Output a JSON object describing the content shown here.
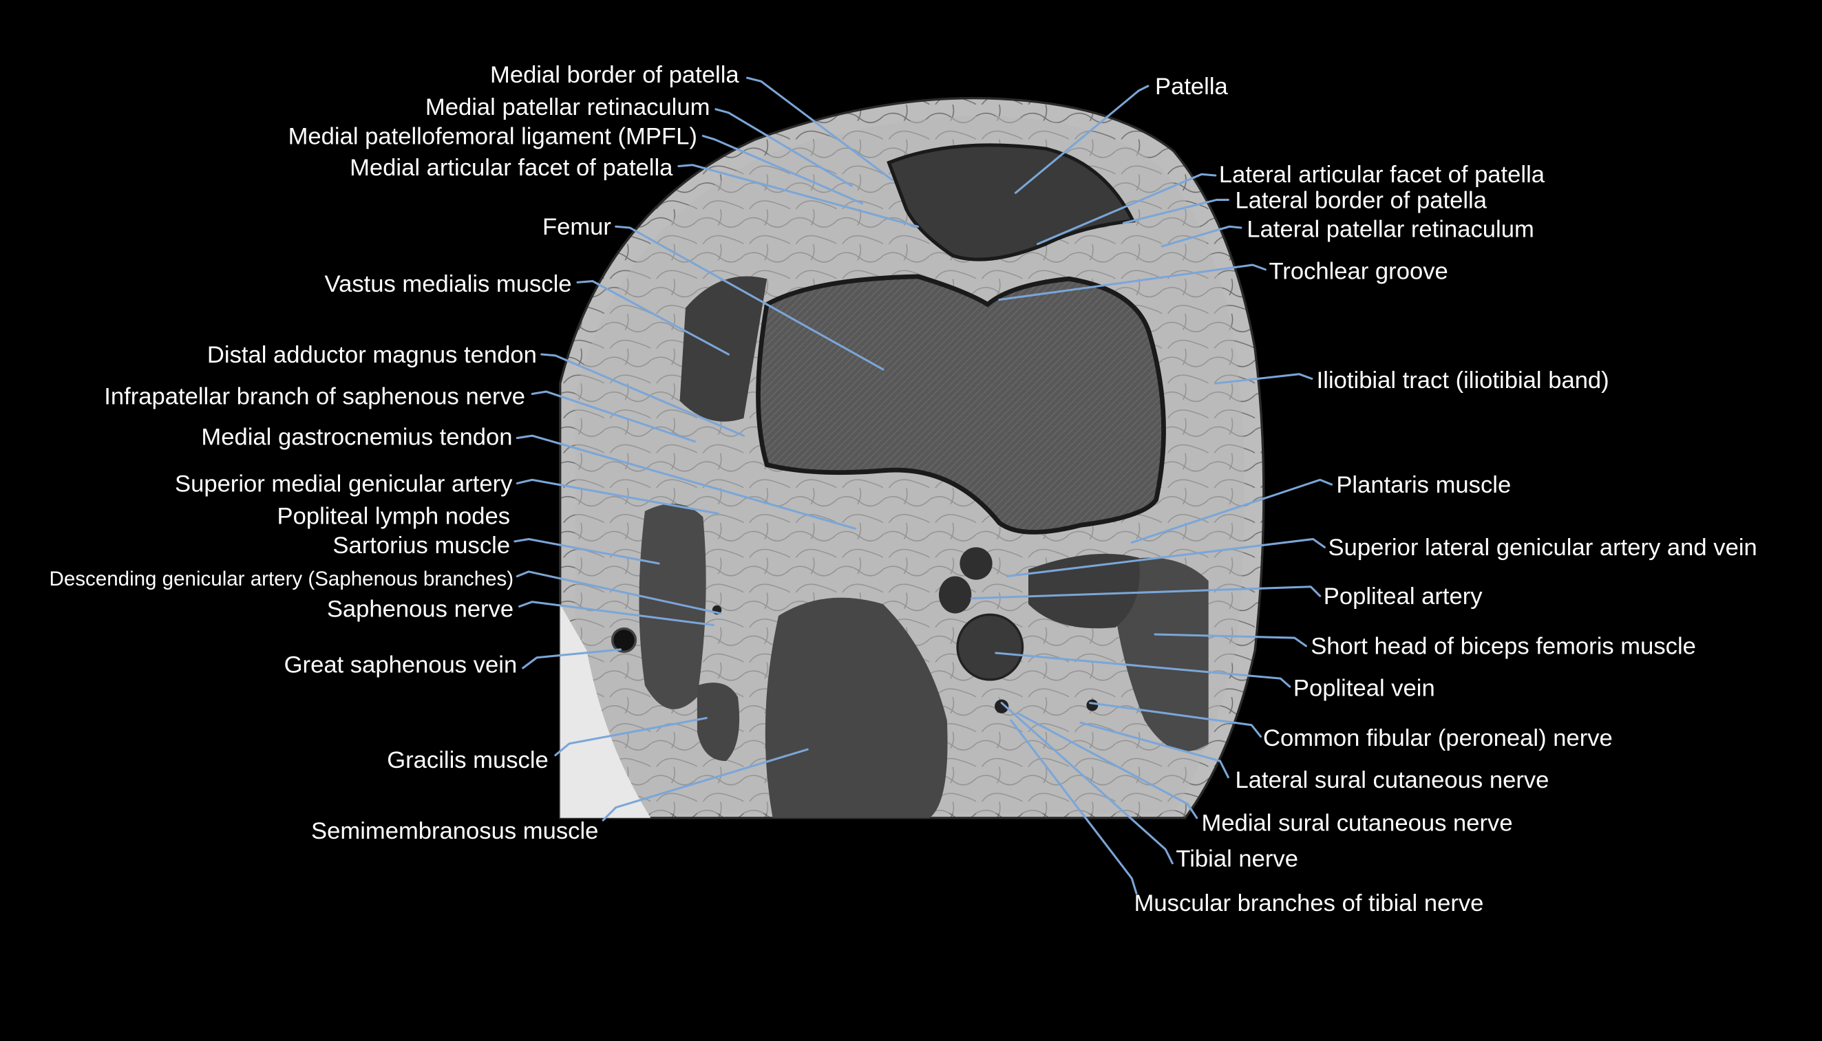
{
  "figure": {
    "title": "Axial knee MRI (T1) at level of patellofemoral joint with labeled anatomy",
    "background_color": "#000000",
    "label_color": "#ffffff",
    "leader_color": "#7ba6d8"
  },
  "labels_left": [
    {
      "id": "medial-border-of-patella",
      "text": "Medial border of patella"
    },
    {
      "id": "medial-patellar-retinaculum",
      "text": "Medial patellar retinaculum"
    },
    {
      "id": "mpfl",
      "text": "Medial patellofemoral ligament (MPFL)"
    },
    {
      "id": "medial-articular-facet",
      "text": "Medial articular facet of patella"
    },
    {
      "id": "femur",
      "text": "Femur"
    },
    {
      "id": "vastus-medialis",
      "text": "Vastus medialis muscle"
    },
    {
      "id": "distal-adductor-magnus-tendon",
      "text": "Distal adductor magnus tendon"
    },
    {
      "id": "infrapatellar-branch-saphenous-nerve",
      "text": "Infrapatellar branch of saphenous nerve"
    },
    {
      "id": "medial-gastrocnemius-tendon",
      "text": "Medial gastrocnemius tendon"
    },
    {
      "id": "superior-medial-genicular-artery",
      "text": "Superior medial genicular artery"
    },
    {
      "id": "popliteal-lymph-nodes",
      "text": "Popliteal lymph nodes"
    },
    {
      "id": "sartorius-muscle",
      "text": "Sartorius muscle"
    },
    {
      "id": "descending-genicular-artery",
      "text": "Descending genicular artery (Saphenous branches)"
    },
    {
      "id": "saphenous-nerve",
      "text": "Saphenous nerve"
    },
    {
      "id": "great-saphenous-vein",
      "text": "Great saphenous vein"
    },
    {
      "id": "gracilis-muscle",
      "text": "Gracilis muscle"
    },
    {
      "id": "semimembranosus-muscle",
      "text": "Semimembranosus muscle"
    }
  ],
  "labels_right": [
    {
      "id": "patella",
      "text": "Patella"
    },
    {
      "id": "lateral-articular-facet",
      "text": "Lateral articular facet of patella"
    },
    {
      "id": "lateral-border-of-patella",
      "text": "Lateral border of patella"
    },
    {
      "id": "lateral-patellar-retinaculum",
      "text": "Lateral patellar retinaculum"
    },
    {
      "id": "trochlear-groove",
      "text": "Trochlear groove"
    },
    {
      "id": "iliotibial-tract",
      "text": "Iliotibial tract (iliotibial band)"
    },
    {
      "id": "plantaris-muscle",
      "text": "Plantaris muscle"
    },
    {
      "id": "superior-lateral-genicular",
      "text": "Superior lateral genicular artery and vein"
    },
    {
      "id": "popliteal-artery",
      "text": "Popliteal artery"
    },
    {
      "id": "short-head-biceps-femoris",
      "text": "Short head of biceps femoris muscle"
    },
    {
      "id": "popliteal-vein",
      "text": "Popliteal vein"
    },
    {
      "id": "common-fibular-nerve",
      "text": "Common fibular (peroneal) nerve"
    },
    {
      "id": "lateral-sural-cutaneous-nerve",
      "text": "Lateral sural cutaneous nerve"
    },
    {
      "id": "medial-sural-cutaneous-nerve",
      "text": "Medial sural cutaneous nerve"
    },
    {
      "id": "tibial-nerve",
      "text": "Tibial nerve"
    },
    {
      "id": "muscular-branches-tibial-nerve",
      "text": "Muscular branches of tibial nerve"
    }
  ]
}
